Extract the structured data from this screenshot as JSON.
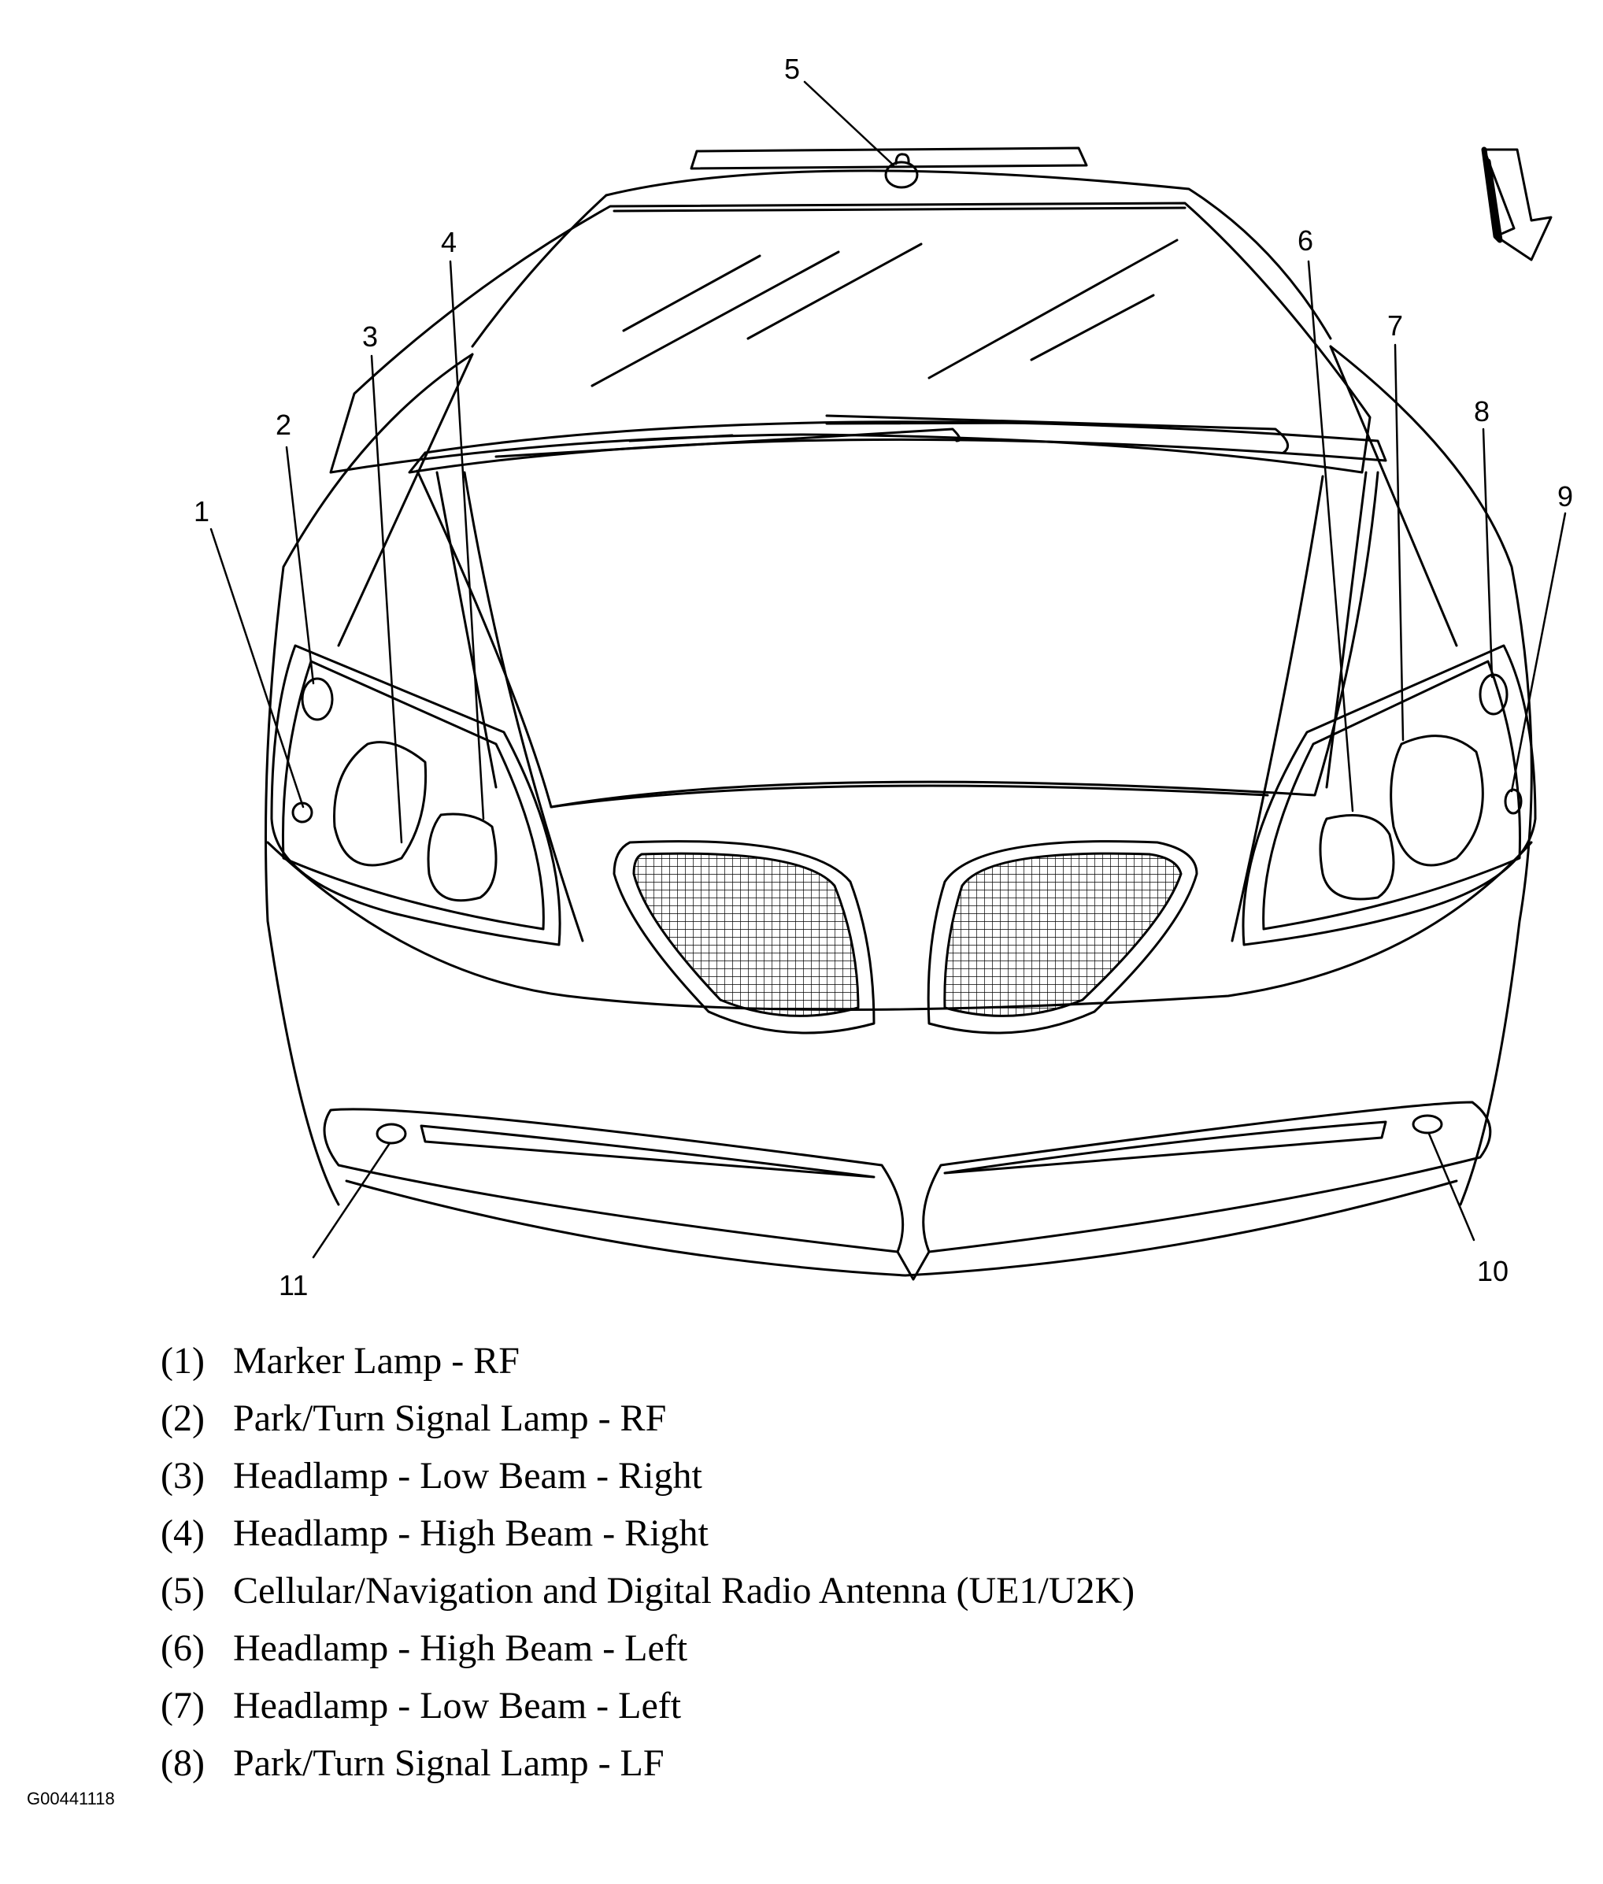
{
  "callouts": [
    "1",
    "2",
    "3",
    "4",
    "5",
    "6",
    "7",
    "8",
    "9",
    "10",
    "11"
  ],
  "legend": [
    {
      "num": "(1)",
      "text": "Marker Lamp - RF"
    },
    {
      "num": "(2)",
      "text": "Park/Turn Signal Lamp - RF"
    },
    {
      "num": "(3)",
      "text": "Headlamp - Low Beam - Right"
    },
    {
      "num": "(4)",
      "text": "Headlamp - High Beam - Right"
    },
    {
      "num": "(5)",
      "text": "Cellular/Navigation and Digital Radio Antenna (UE1/U2K)"
    },
    {
      "num": "(6)",
      "text": "Headlamp - High Beam - Left"
    },
    {
      "num": "(7)",
      "text": "Headlamp - Low Beam - Left"
    },
    {
      "num": "(8)",
      "text": "Park/Turn Signal Lamp - LF"
    }
  ],
  "figure_id": "G00441118",
  "colors": {
    "line": "#000000",
    "background": "#ffffff"
  }
}
